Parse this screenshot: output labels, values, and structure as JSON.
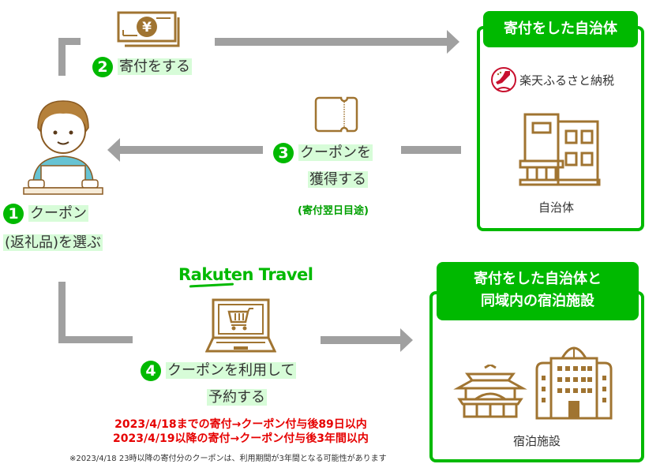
{
  "steps": {
    "step1": {
      "number": "1",
      "line1": "クーポン",
      "line2": "(返礼品)を選ぶ"
    },
    "step2": {
      "number": "2",
      "label": "寄付をする"
    },
    "step3": {
      "number": "3",
      "line1": "クーポンを",
      "line2": "獲得する",
      "note": "(寄付翌日目途)"
    },
    "step4": {
      "number": "4",
      "line1": "クーポンを利用して",
      "line2": "予約する"
    }
  },
  "municipality_box": {
    "header": "寄付をした自治体",
    "brand_label": "楽天ふるさと納税",
    "caption": "自治体"
  },
  "lodging_box": {
    "header_line1": "寄付をした自治体と",
    "header_line2": "同域内の宿泊施設",
    "caption": "宿泊施設"
  },
  "travel_logo": "Rakuten Travel",
  "validity": {
    "line1": "2023/4/18までの寄付→クーポン付与後89日以内",
    "line2": "2023/4/19以降の寄付→クーポン付与後3年間以内",
    "footnote": "※2023/4/18 23時以降の寄付分のクーポンは、利用期間が3年間となる可能性があります"
  },
  "icons": {
    "money": "yen-banknote-icon",
    "coupon": "ticket-icon",
    "user": "person-at-laptop-icon",
    "municipality": "town-hall-icon",
    "laptop_cart": "laptop-shopping-cart-icon",
    "ryokan": "japanese-inn-icon",
    "hotel": "hotel-building-icon"
  },
  "colors": {
    "accent": "#00b900",
    "brown": "#a07431",
    "arrow": "#a0a0a0",
    "highlight": "#d7fcd8",
    "warning": "#e60000"
  }
}
